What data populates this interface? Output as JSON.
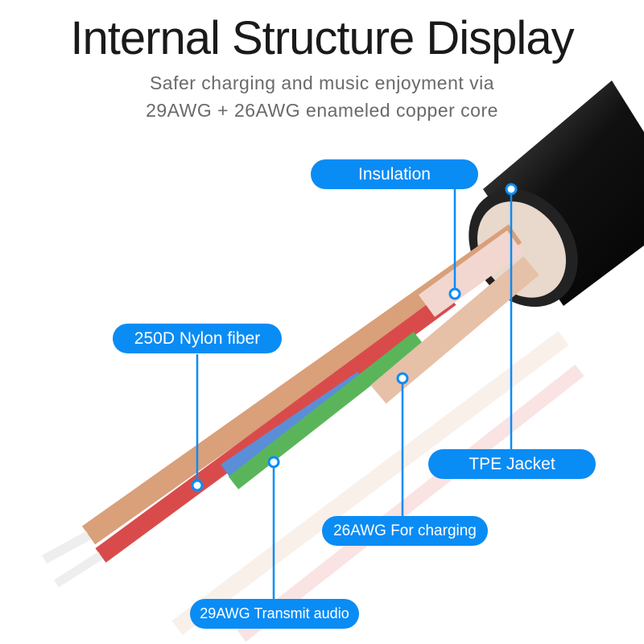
{
  "title": "Internal Structure Display",
  "subtitle_line1": "Safer charging and music enjoyment via",
  "subtitle_line2": "29AWG + 26AWG enameled copper core",
  "callouts": {
    "insulation": "Insulation",
    "tpe_jacket": "TPE Jacket",
    "nylon": "250D Nylon fiber",
    "charging": "26AWG For charging",
    "audio": "29AWG Transmit audio"
  },
  "colors": {
    "accent": "#0a8cf5",
    "jacket": "#111111",
    "copper": "#d9a07a",
    "red": "#d94b4b",
    "blue": "#5a8fd8",
    "green": "#5ab55a"
  }
}
